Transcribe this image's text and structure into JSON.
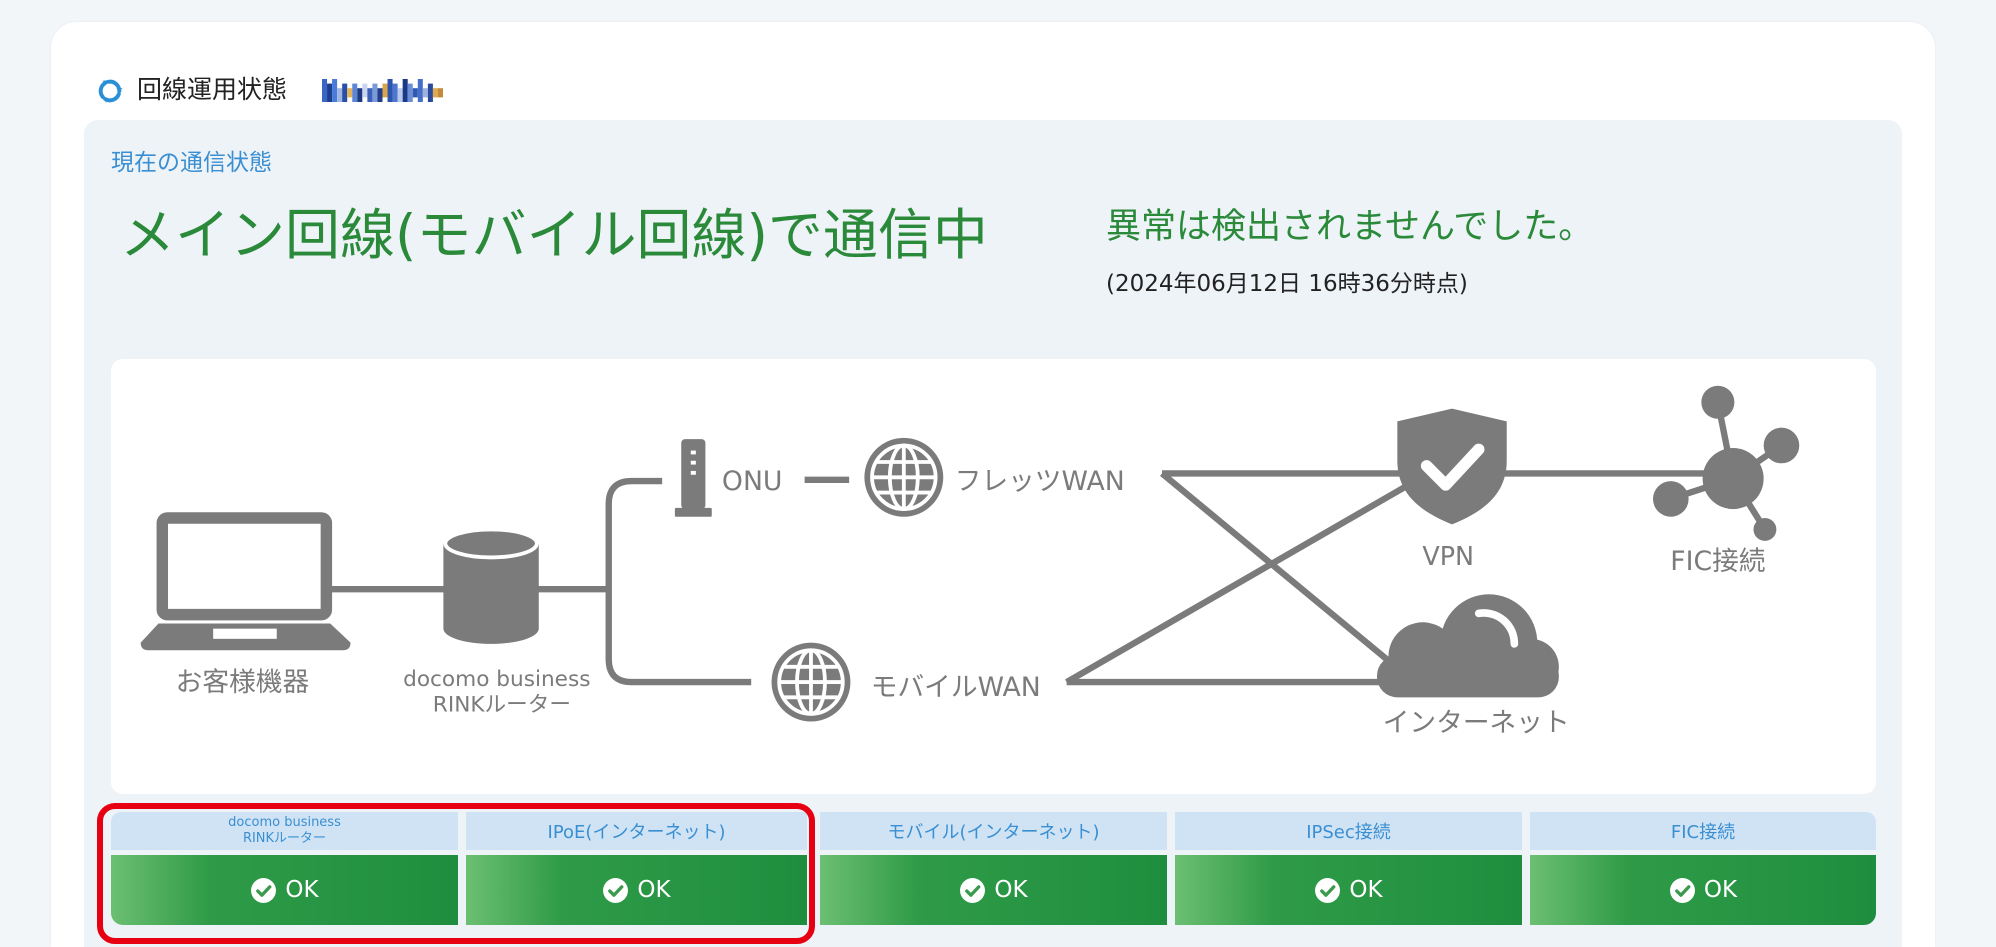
{
  "header": {
    "icon": "sync-icon",
    "title": "回線運用状態"
  },
  "status": {
    "section_label": "現在の通信状態",
    "main_message": "メイン回線(モバイル回線)で通信中",
    "diagnosis": "異常は検出されませんでした。",
    "timestamp": "(2024年06月12日 16時36分時点)"
  },
  "diagram": {
    "customer_device": {
      "icon": "laptop-icon",
      "label": "お客様機器"
    },
    "router": {
      "icon": "router-icon",
      "label_lines": [
        "docomo business",
        "RINKルーター"
      ]
    },
    "onu": {
      "icon": "onu-device-icon",
      "label": "ONU"
    },
    "flets_wan": {
      "icon": "globe-icon",
      "label": "フレッツWAN"
    },
    "mobile_wan": {
      "icon": "globe-icon",
      "label": "モバイルWAN"
    },
    "vpn": {
      "icon": "shield-check-icon",
      "label": "VPN"
    },
    "fic": {
      "icon": "network-hub-icon",
      "label": "FIC接続"
    },
    "internet": {
      "icon": "cloud-icon",
      "label": "インターネット"
    }
  },
  "status_grid": [
    {
      "label_lines": [
        "docomo business",
        "RINKルーター"
      ],
      "status": "OK",
      "icon": "check-circle-icon",
      "highlighted": true
    },
    {
      "label": "IPoE(インターネット)",
      "status": "OK",
      "icon": "check-circle-icon",
      "highlighted": true
    },
    {
      "label": "モバイル(インターネット)",
      "status": "OK",
      "icon": "check-circle-icon",
      "highlighted": false
    },
    {
      "label": "IPSec接続",
      "status": "OK",
      "icon": "check-circle-icon",
      "highlighted": false
    },
    {
      "label": "FIC接続",
      "status": "OK",
      "icon": "check-circle-icon",
      "highlighted": false
    }
  ],
  "colors": {
    "accent_blue": "#3a8fd2",
    "status_green": "#2a8a3a",
    "ok_green_dark": "#1e8e3e",
    "ok_green_light": "#6cbf72",
    "header_cell_bg": "#cfe3f4",
    "diagram_gray": "#7b7b7b",
    "highlight_red": "#e60012"
  }
}
